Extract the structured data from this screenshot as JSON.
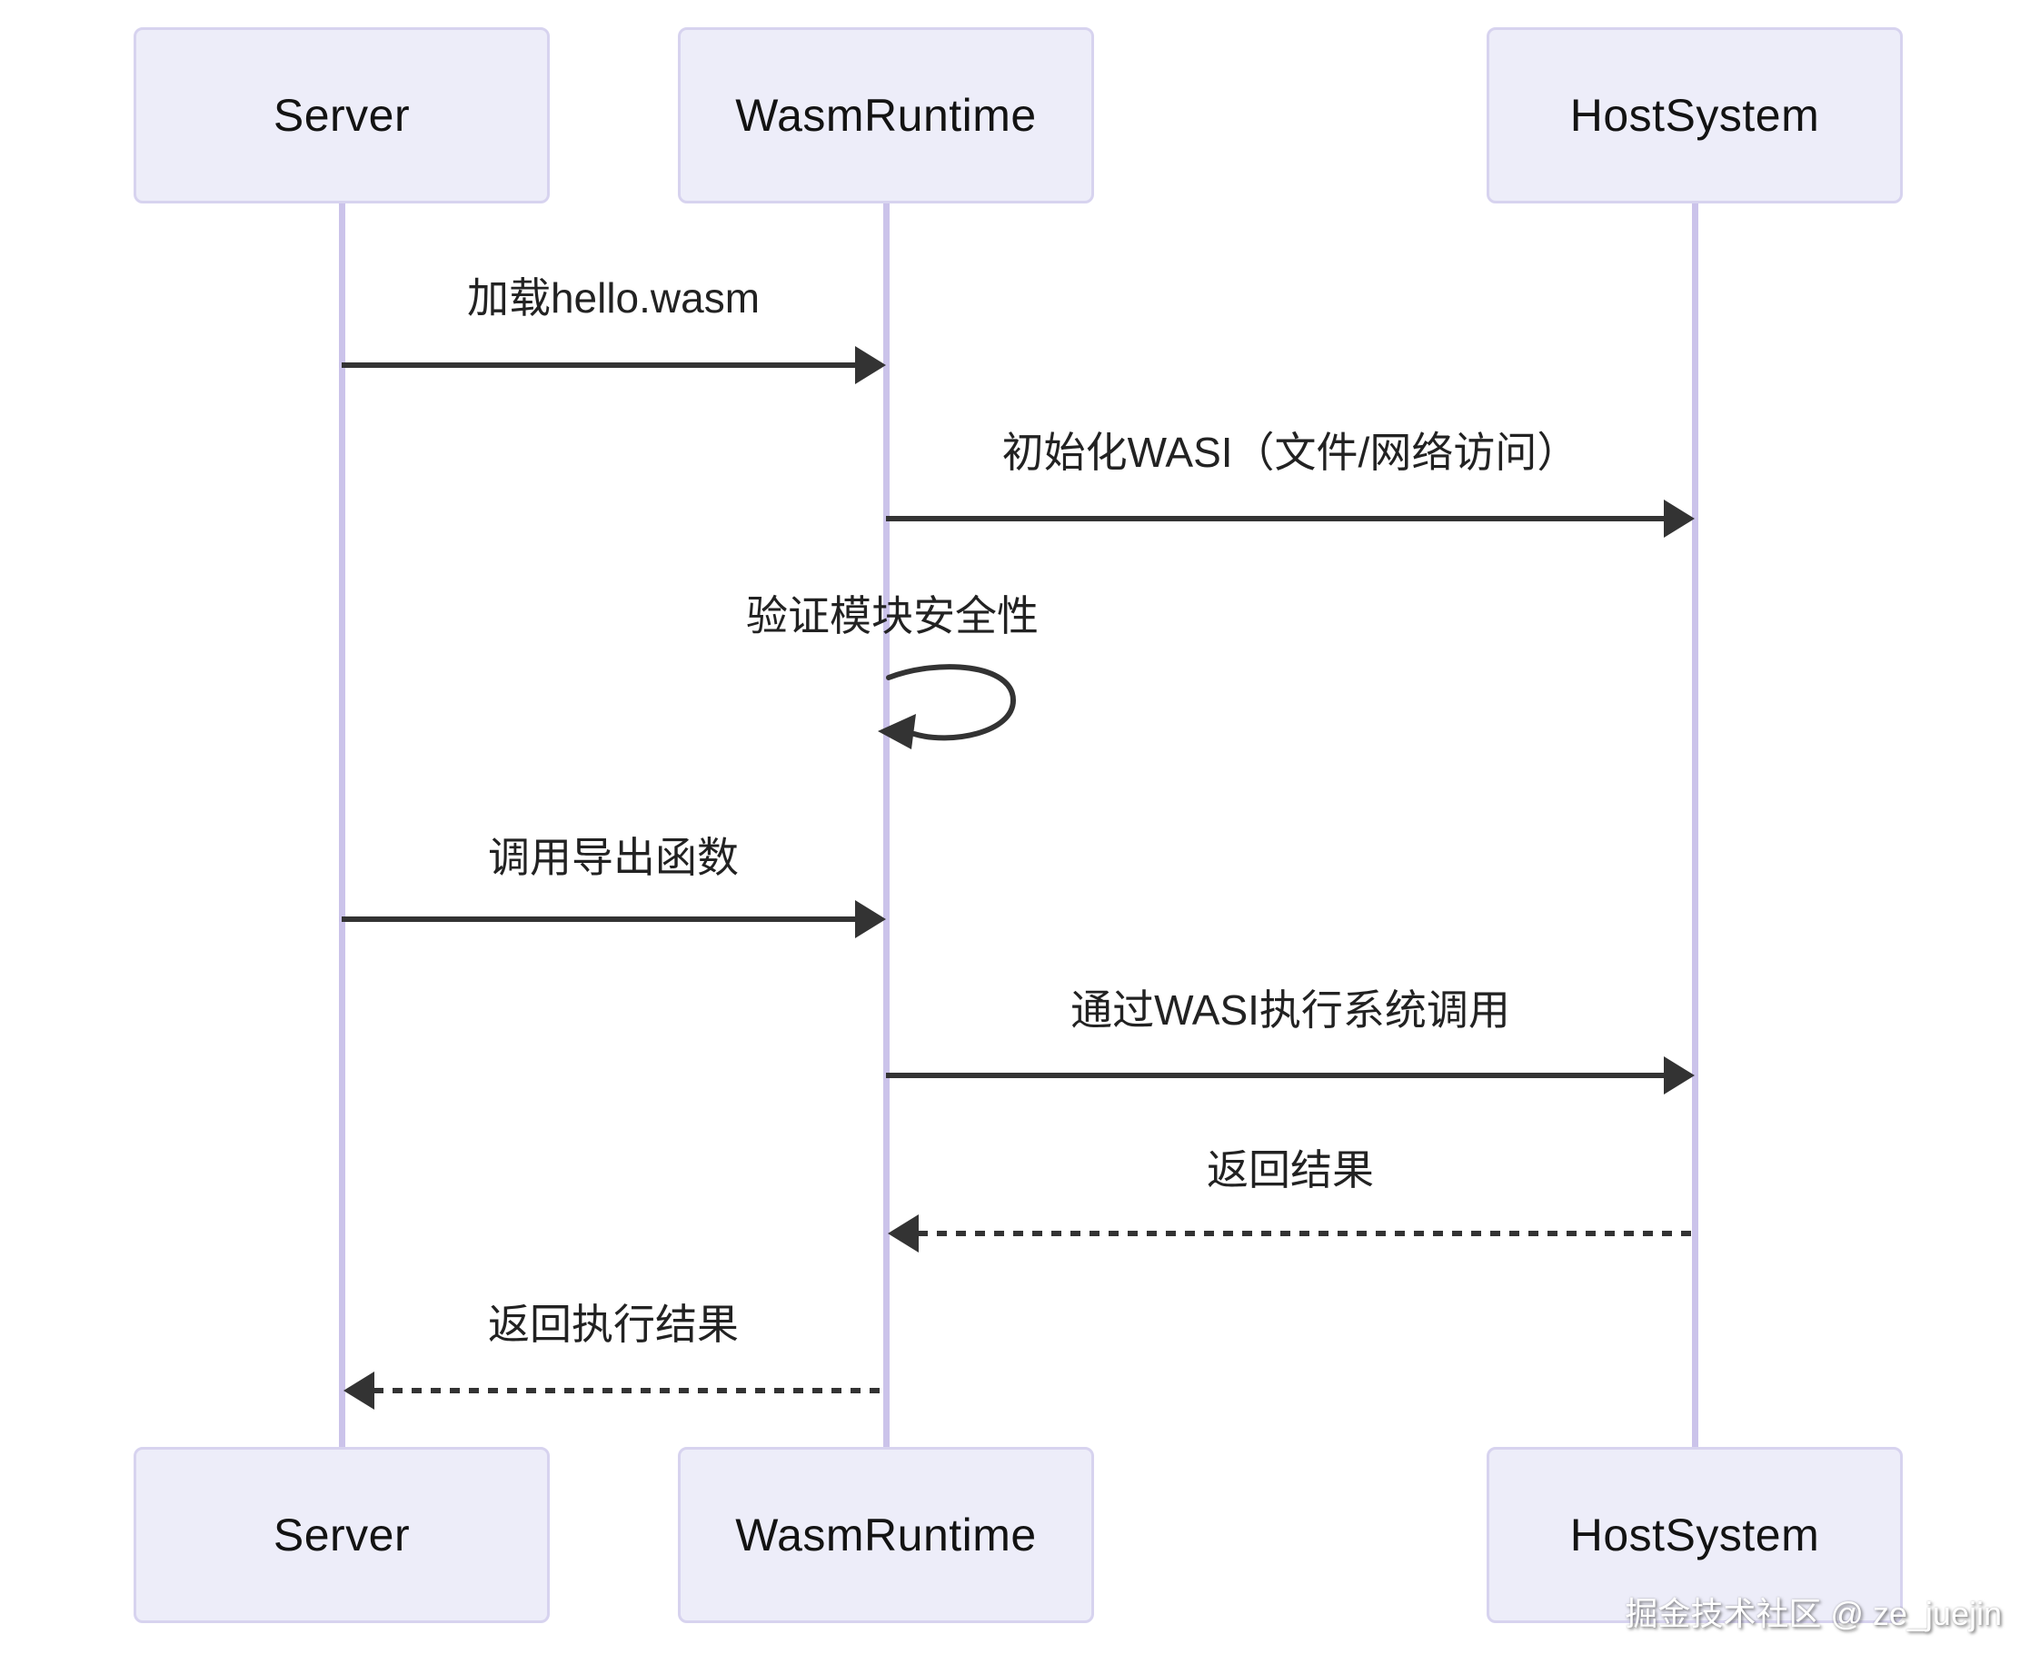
{
  "diagram": {
    "type": "sequence",
    "participants": [
      {
        "id": "server",
        "name": "Server"
      },
      {
        "id": "wasmruntime",
        "name": "WasmRuntime"
      },
      {
        "id": "hostsystem",
        "name": "HostSystem"
      }
    ],
    "messages": [
      {
        "from": "Server",
        "to": "WasmRuntime",
        "text": "加载hello.wasm",
        "line": "solid",
        "direction": "right"
      },
      {
        "from": "WasmRuntime",
        "to": "HostSystem",
        "text": "初始化WASI（文件/网络访问）",
        "line": "solid",
        "direction": "right"
      },
      {
        "from": "WasmRuntime",
        "to": "WasmRuntime",
        "text": "验证模块安全性",
        "line": "solid",
        "direction": "self"
      },
      {
        "from": "Server",
        "to": "WasmRuntime",
        "text": "调用导出函数",
        "line": "solid",
        "direction": "right"
      },
      {
        "from": "WasmRuntime",
        "to": "HostSystem",
        "text": "通过WASI执行系统调用",
        "line": "solid",
        "direction": "right"
      },
      {
        "from": "HostSystem",
        "to": "WasmRuntime",
        "text": "返回结果",
        "line": "dashed",
        "direction": "left"
      },
      {
        "from": "WasmRuntime",
        "to": "Server",
        "text": "返回执行结果",
        "line": "dashed",
        "direction": "left"
      }
    ],
    "watermark": "掘金技术社区 @ ze_juejin",
    "colors": {
      "background": "#FFFFFF",
      "actor_fill": "#EDEDF9",
      "actor_border": "#D7D3EF",
      "lifeline": "#CBC3EA",
      "arrow": "#333333",
      "text": "#222222",
      "watermark_text": "#FFFFFF"
    }
  }
}
